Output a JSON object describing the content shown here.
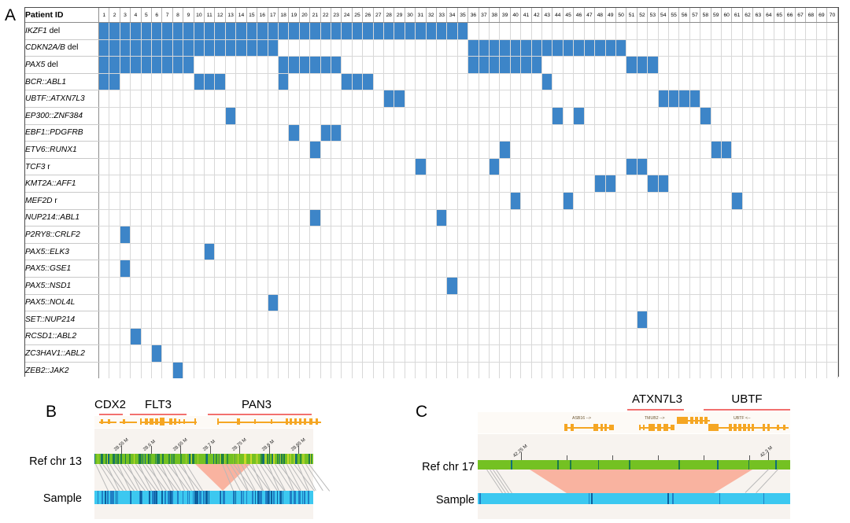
{
  "figure": {
    "panels": [
      {
        "id": "A",
        "letter": "A"
      },
      {
        "id": "B",
        "letter": "B"
      },
      {
        "id": "C",
        "letter": "C"
      }
    ]
  },
  "panel_a": {
    "header_label": "Patient ID",
    "n_patients": 70,
    "column_numbers": [
      1,
      2,
      3,
      4,
      5,
      6,
      7,
      8,
      9,
      10,
      11,
      12,
      13,
      14,
      15,
      16,
      17,
      18,
      19,
      20,
      21,
      22,
      23,
      24,
      25,
      26,
      27,
      28,
      29,
      30,
      31,
      32,
      33,
      34,
      35,
      36,
      37,
      38,
      39,
      40,
      41,
      42,
      43,
      44,
      45,
      46,
      47,
      48,
      49,
      50,
      51,
      52,
      53,
      54,
      55,
      56,
      57,
      58,
      59,
      60,
      61,
      62,
      63,
      64,
      65,
      66,
      67,
      68,
      69,
      70
    ],
    "marked_color": "#3d85c8",
    "rows": [
      {
        "label": "IKZF1",
        "suffix": " del",
        "cols": [
          1,
          2,
          3,
          4,
          5,
          6,
          7,
          8,
          9,
          10,
          11,
          12,
          13,
          14,
          15,
          16,
          17,
          18,
          19,
          20,
          21,
          22,
          23,
          24,
          25,
          26,
          27,
          28,
          29,
          30,
          31,
          32,
          33,
          34,
          35
        ]
      },
      {
        "label": "CDKN2A/B",
        "suffix": " del",
        "cols": [
          1,
          2,
          3,
          4,
          5,
          6,
          7,
          8,
          9,
          10,
          11,
          12,
          13,
          14,
          15,
          16,
          17,
          36,
          37,
          38,
          39,
          40,
          41,
          42,
          43,
          44,
          45,
          46,
          47,
          48,
          49,
          50
        ]
      },
      {
        "label": "PAX5",
        "suffix": " del",
        "cols": [
          1,
          2,
          3,
          4,
          5,
          6,
          7,
          8,
          9,
          18,
          19,
          20,
          21,
          22,
          23,
          36,
          37,
          38,
          39,
          40,
          41,
          42,
          51,
          52,
          53
        ]
      },
      {
        "label": "BCR::ABL1",
        "suffix": "",
        "cols": [
          1,
          2,
          10,
          11,
          12,
          18,
          24,
          25,
          26,
          43
        ]
      },
      {
        "label": "UBTF::ATXN7L3",
        "suffix": "",
        "cols": [
          28,
          29,
          54,
          55,
          56,
          57
        ]
      },
      {
        "label": "EP300::ZNF384",
        "suffix": "",
        "cols": [
          13,
          44,
          46,
          58
        ]
      },
      {
        "label": "EBF1::PDGFRB",
        "suffix": "",
        "cols": [
          19,
          22,
          23
        ]
      },
      {
        "label": "ETV6::RUNX1",
        "suffix": "",
        "cols": [
          21,
          39,
          59,
          60
        ]
      },
      {
        "label": "TCF3",
        "suffix": " r",
        "cols": [
          31,
          38,
          51,
          52
        ]
      },
      {
        "label": "KMT2A::AFF1",
        "suffix": "",
        "cols": [
          48,
          49,
          53,
          54
        ]
      },
      {
        "label": "MEF2D",
        "suffix": " r",
        "cols": [
          40,
          45,
          61
        ]
      },
      {
        "label": "NUP214::ABL1",
        "suffix": "",
        "cols": [
          21,
          33
        ]
      },
      {
        "label": "P2RY8::CRLF2",
        "suffix": "",
        "cols": [
          3
        ]
      },
      {
        "label": "PAX5::ELK3",
        "suffix": "",
        "cols": [
          11
        ]
      },
      {
        "label": "PAX5::GSE1",
        "suffix": "",
        "cols": [
          3
        ]
      },
      {
        "label": "PAX5::NSD1",
        "suffix": "",
        "cols": [
          34
        ]
      },
      {
        "label": "PAX5::NOL4L",
        "suffix": "",
        "cols": [
          17
        ]
      },
      {
        "label": "SET::NUP214",
        "suffix": "",
        "cols": [
          52
        ]
      },
      {
        "label": "RCSD1::ABL2",
        "suffix": "",
        "cols": [
          4
        ]
      },
      {
        "label": "ZC3HAV1::ABL2",
        "suffix": "",
        "cols": [
          6
        ]
      },
      {
        "label": "ZEB2::JAK2",
        "suffix": "",
        "cols": [
          8
        ]
      }
    ]
  },
  "panel_b": {
    "letter": "B",
    "ref_label": "Ref chr 13",
    "sample_label": "Sample",
    "genes": [
      {
        "name": "CDX2"
      },
      {
        "name": "FLT3"
      },
      {
        "name": "PAN3"
      }
    ],
    "gene_small_labels": [],
    "tick_labels": [
      "28.55 M",
      "28.6 M",
      "28.65 M",
      "28.7 M",
      "28.75 M",
      "28.8 M",
      "28.85 M"
    ],
    "ref_color": "#74c122",
    "sample_color": "#3cc8f0",
    "deletion_color": "#f9b3a0"
  },
  "panel_c": {
    "letter": "C",
    "ref_label": "Ref chr 17",
    "sample_label": "Sample",
    "genes": [
      {
        "name": "ATXN7L3"
      },
      {
        "name": "UBTF"
      }
    ],
    "gene_small_labels": [
      "ASB16 -->",
      "TMUB2 -->",
      "UBTF <--"
    ],
    "tick_labels": [
      "42.25 M",
      "42.3 M"
    ],
    "ref_color": "#74c122",
    "sample_color": "#3cc8f0",
    "deletion_color": "#f9b3a0"
  }
}
